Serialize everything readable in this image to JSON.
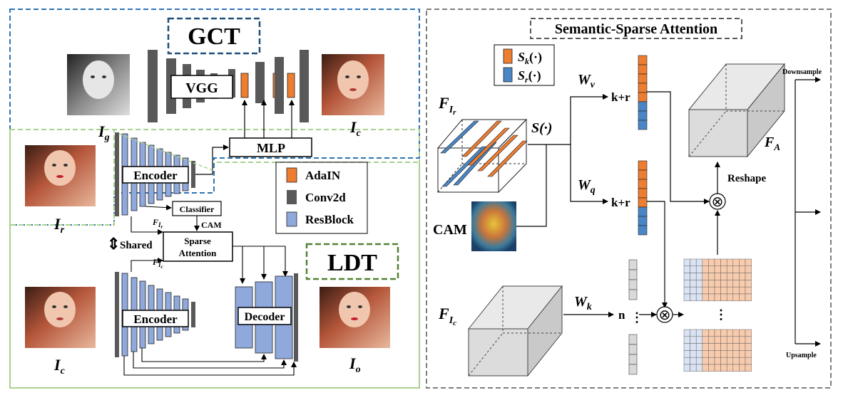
{
  "left_panel": {
    "gct_title": "GCT",
    "ldt_title": "LDT",
    "vgg_label": "VGG",
    "mlp_label": "MLP",
    "encoder_top_label": "Encoder",
    "encoder_bottom_label": "Encoder",
    "decoder_label": "Decoder",
    "classifier_label": "Classifier",
    "cam_label": "CAM",
    "sparse_attention_label_1": "Sparse",
    "sparse_attention_label_2": "Attention",
    "shared_label": "Shared",
    "shared_arrow_glyph": "⇕",
    "f_ir_label": "F",
    "f_ir_sub": "I",
    "f_ir_subsub": "r",
    "f_ic_label": "F",
    "f_ic_sub": "I",
    "f_ic_subsub": "c",
    "image_labels": {
      "ig": "I",
      "ig_sub": "g",
      "ic_top": "I",
      "ic_top_sub": "c",
      "ir": "I",
      "ir_sub": "r",
      "ic_bottom": "I",
      "ic_bottom_sub": "c",
      "io": "I",
      "io_sub": "o"
    },
    "legend": [
      {
        "label": "AdaIN",
        "color": "#ed7d31"
      },
      {
        "label": "Conv2d",
        "color": "#595959"
      },
      {
        "label": "ResBlock",
        "color": "#8fa9dc"
      }
    ]
  },
  "right_panel": {
    "title": "Semantic-Sparse Attention",
    "legend": [
      {
        "label": "S",
        "sub": "k",
        "suffix": "(·)",
        "color": "#ed7d31"
      },
      {
        "label": "S",
        "sub": "r",
        "suffix": "(·)",
        "color": "#4a86c6"
      }
    ],
    "f_ir_label": "F",
    "f_ir_sub": "I",
    "f_ir_subsub": "r",
    "f_ic_label": "F",
    "f_ic_sub": "I",
    "f_ic_subsub": "c",
    "fa_label": "F",
    "fa_sub": "A",
    "s_label": "S(·)",
    "cam_label": "CAM",
    "wv_label": "W",
    "wv_sub": "v",
    "wq_label": "W",
    "wq_sub": "q",
    "wk_label": "W",
    "wk_sub": "k",
    "kr_top_label": "k+r",
    "kr_bottom_label": "k+r",
    "n_label": "n",
    "vdots": "⋮",
    "otimes": "⊗",
    "reshape_label": "Reshape",
    "downsample_label": "Downsample",
    "upsample_label": "Upsample"
  },
  "colors": {
    "blue_dash": "#2e75b6",
    "green_dash": "#a9d18e",
    "gray_dash": "#7f7f7f",
    "adain": "#ed7d31",
    "conv": "#595959",
    "resblock": "#8fa9dc",
    "sparse_blue": "#4a86c6",
    "grid_pink": "#f8cbad",
    "grid_blue": "#dae3f3"
  }
}
